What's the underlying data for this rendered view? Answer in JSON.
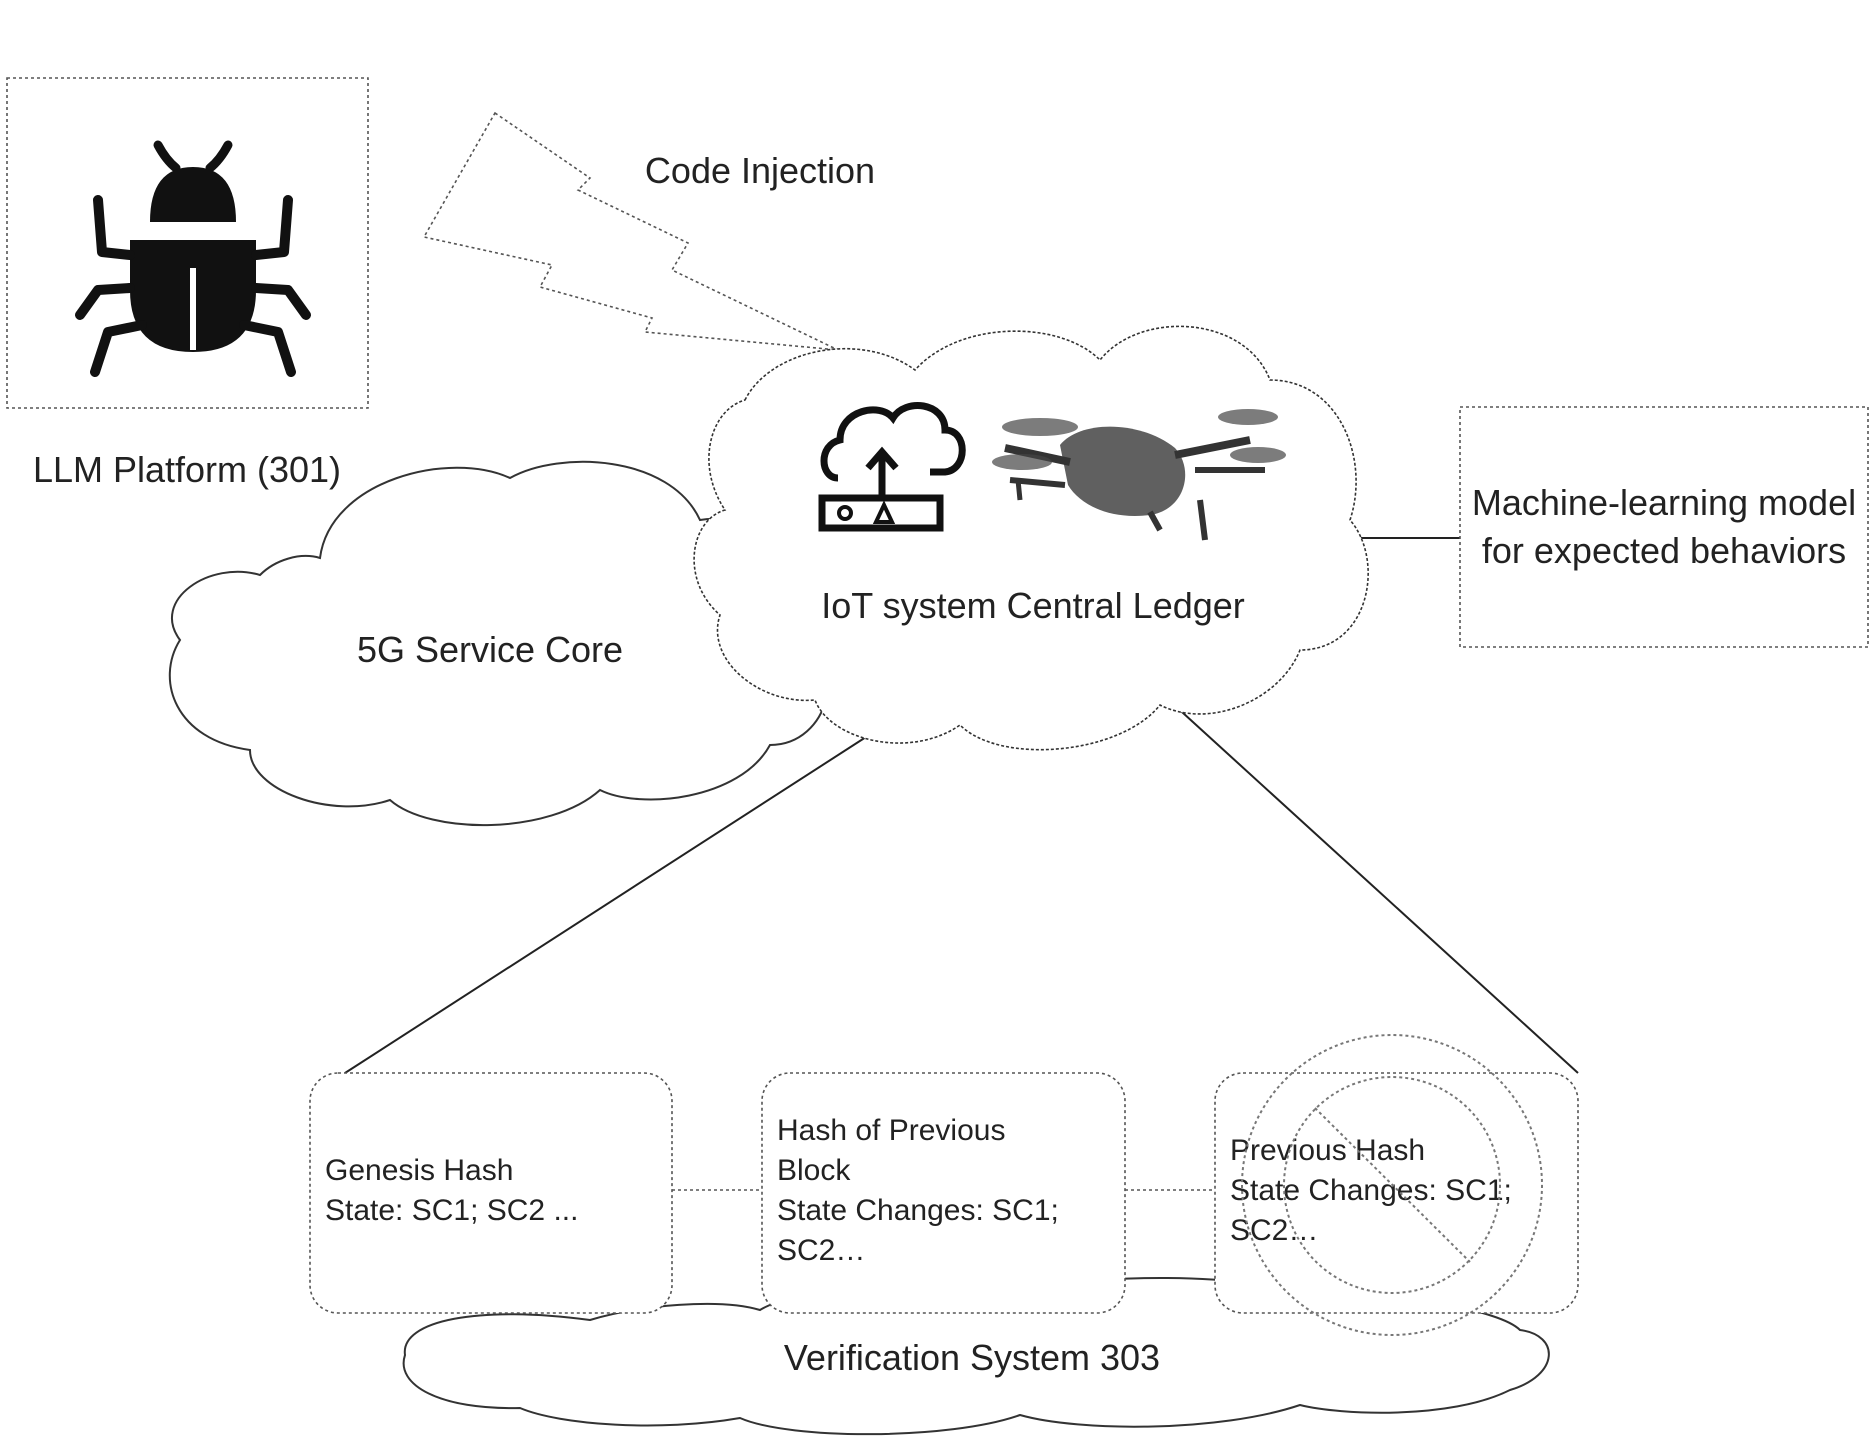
{
  "llm_platform": {
    "label": "LLM Platform (301)",
    "icon": "bug-icon"
  },
  "code_injection": {
    "label": "Code Injection",
    "icon": "lightning-bolt-icon"
  },
  "service_core": {
    "label": "5G Service Core"
  },
  "central_ledger": {
    "label": "IoT system Central Ledger",
    "icons": [
      "cloud-upload-router-icon",
      "drone-icon"
    ]
  },
  "ml_model": {
    "line1": "Machine-learning model",
    "line2": "for expected behaviors"
  },
  "blocks": [
    {
      "lines": [
        "Genesis Hash",
        "State: SC1; SC2 ..."
      ]
    },
    {
      "lines": [
        "Hash of Previous",
        "Block",
        "State Changes: SC1;",
        "SC2…"
      ]
    },
    {
      "lines": [
        "Previous Hash",
        "State Changes: SC1;",
        "SC2…"
      ],
      "overlay_icon": "prohibited-icon"
    }
  ],
  "verification": {
    "label": "Verification System 303"
  }
}
